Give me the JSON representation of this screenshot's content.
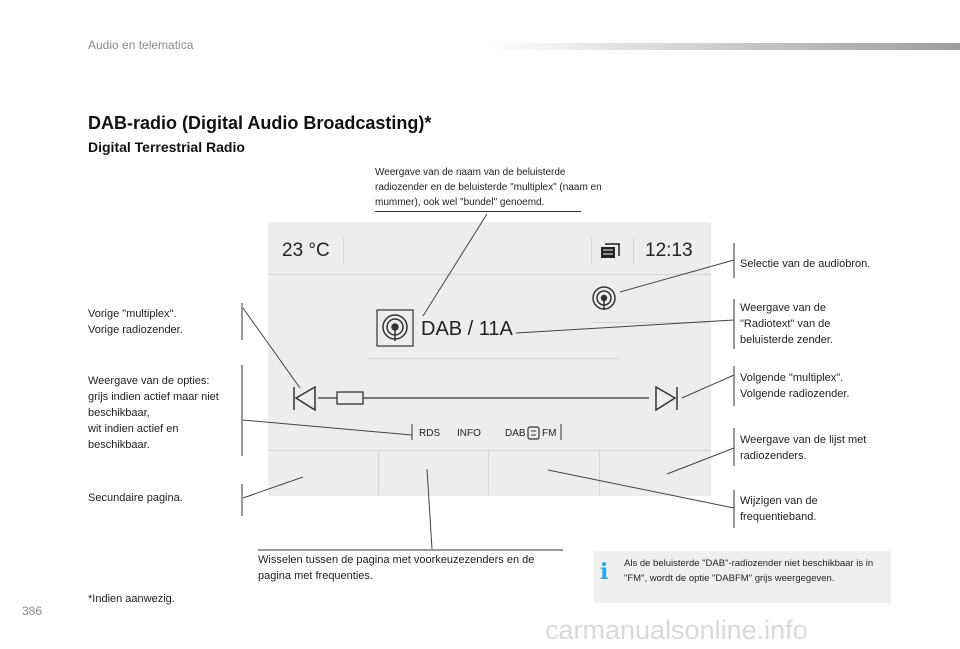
{
  "header": {
    "title": "Audio en telematica"
  },
  "page_number": "386",
  "title": "DAB-radio (Digital Audio Broadcasting)*",
  "subtitle": "Digital Terrestrial Radio",
  "screen": {
    "temperature": "23 °C",
    "clock": "12:13",
    "station": "DAB / 11A",
    "options": {
      "rds": "RDS",
      "info": "INFO",
      "dab": "DAB",
      "fm": "FM"
    }
  },
  "captions": {
    "top": "Weergave van de naam van de beluisterde radiozender en de beluisterde \"multiplex\" (naam en mummer), ook wel \"bundel\" genoemd.",
    "prev": "Vorige \"multiplex\".\nVorige radiozender.",
    "options": "Weergave van de opties:\ngrijs indien actief maar niet beschikbaar,\nwit indien actief en beschikbaar.",
    "secondary": "Secundaire pagina.",
    "bottom": "Wisselen tussen de pagina met voorkeuzezenders en de pagina met frequenties.",
    "source": "Selectie van de audiobron.",
    "radiotext": "Weergave van de \"Radiotext\" van de beluisterde zender.",
    "next": "Volgende \"multiplex\".\nVolgende radiozender.",
    "list": "Weergave van de lijst met radiozenders.",
    "band": "Wijzigen van de frequentieband."
  },
  "note": "Als de beluisterde \"DAB\"-radiozender niet beschikbaar is in \"FM\", wordt de optie \"DABFM\" grijs weergegeven.",
  "footnote": "*Indien aanwezig.",
  "watermark": "carmanualsonline.info",
  "colors": {
    "note_icon": "#29a8e0",
    "screen_bg": "#eceeed",
    "header_bar": "#9e9e9e"
  }
}
